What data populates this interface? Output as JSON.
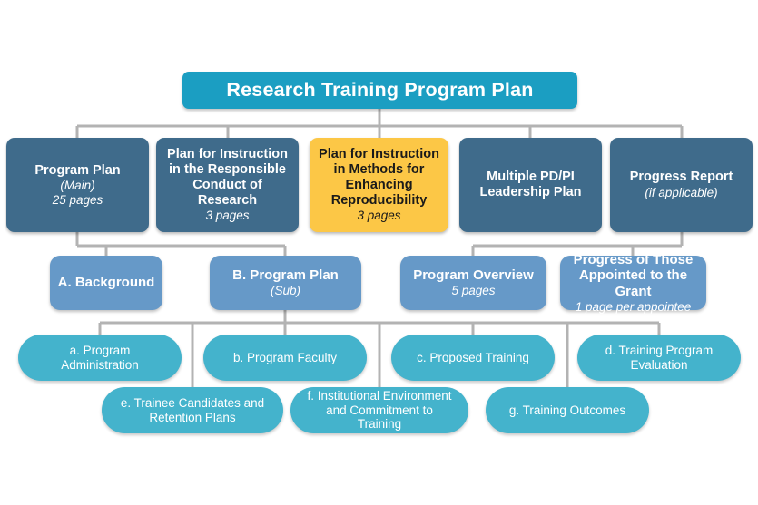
{
  "diagram": {
    "title_box": {
      "label": "Research Training Program Plan"
    },
    "row2": [
      {
        "name": "program-plan",
        "title": "Program Plan",
        "sub1": "(Main)",
        "sub2": "25 pages",
        "style": "slate"
      },
      {
        "name": "responsible-conduct",
        "title": "Plan for Instruction in the Responsible Conduct of Research",
        "sub1": "3 pages",
        "sub2": "",
        "style": "slate"
      },
      {
        "name": "enhancing-reproducibility",
        "title": "Plan for Instruction in Methods for Enhancing Reproducibility",
        "sub1": "3 pages",
        "sub2": "",
        "style": "amber"
      },
      {
        "name": "multiple-pd-pi-leadership",
        "title": "Multiple PD/PI Leadership Plan",
        "sub1": "",
        "sub2": "",
        "style": "slate"
      },
      {
        "name": "progress-report",
        "title": "Progress Report",
        "sub1": "(if applicable)",
        "sub2": "",
        "style": "slate"
      }
    ],
    "row3": [
      {
        "name": "a-background",
        "title": "A. Background",
        "sub1": "",
        "sub2": ""
      },
      {
        "name": "b-program-plan",
        "title": "B. Program Plan",
        "sub1": "(Sub)",
        "sub2": ""
      },
      {
        "name": "program-overview",
        "title": "Program Overview",
        "sub1": "5 pages",
        "sub2": ""
      },
      {
        "name": "progress-appointed",
        "title": "Progress of Those Appointed to the Grant",
        "sub1": "1 page per appointee",
        "sub2": ""
      }
    ],
    "row4": [
      {
        "name": "a-program-administration",
        "title": "a. Program Administration"
      },
      {
        "name": "b-program-faculty",
        "title": "b. Program Faculty"
      },
      {
        "name": "c-proposed-training",
        "title": "c. Proposed Training"
      },
      {
        "name": "d-training-program-evaluation",
        "title": "d. Training Program Evaluation"
      }
    ],
    "row5": [
      {
        "name": "e-trainee-candidates",
        "title": "e. Trainee Candidates and Retention Plans"
      },
      {
        "name": "f-institutional-environment",
        "title": "f. Institutional Environment and Commitment to Training"
      },
      {
        "name": "g-training-outcomes",
        "title": "g. Training Outcomes"
      }
    ],
    "colors": {
      "title_teal": "#1b9ec2",
      "slate_blue": "#3f6b8b",
      "highlight_amber": "#fcc746",
      "medium_blue": "#6699c8",
      "pill_teal": "#44b3cc",
      "connector_gray": "#b3b3b3",
      "background": "#ffffff"
    }
  }
}
